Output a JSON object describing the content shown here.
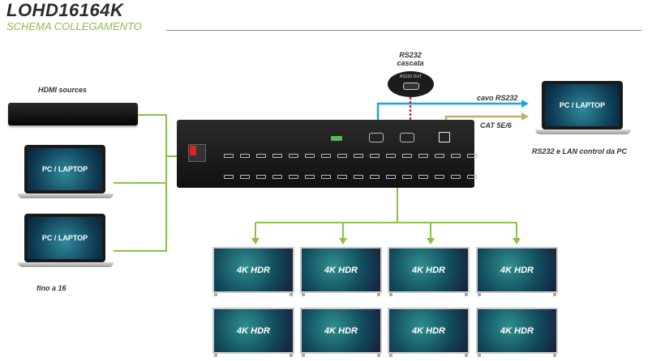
{
  "header": {
    "title": "LOHD16164K",
    "subtitle": "SCHEMA COLLEGAMENTO"
  },
  "sources": {
    "label": "HDMI sources",
    "footer": "fino a 16",
    "laptop_screen": "PC / LAPTOP"
  },
  "cascade": {
    "label_line1": "RS232",
    "label_line2": "cascata",
    "port_label": "RS232 OUT"
  },
  "connections": {
    "rs232": "cavo RS232",
    "lan": "CAT 5E/6"
  },
  "pc": {
    "screen": "PC / LAPTOP",
    "caption": "RS232 e LAN control da PC"
  },
  "tv": {
    "screen": "4K HDR"
  },
  "colors": {
    "green": "#8cc04b",
    "blue": "#1aa7d8",
    "magenta": "#b0287f",
    "tan": "#c2ad6e"
  }
}
